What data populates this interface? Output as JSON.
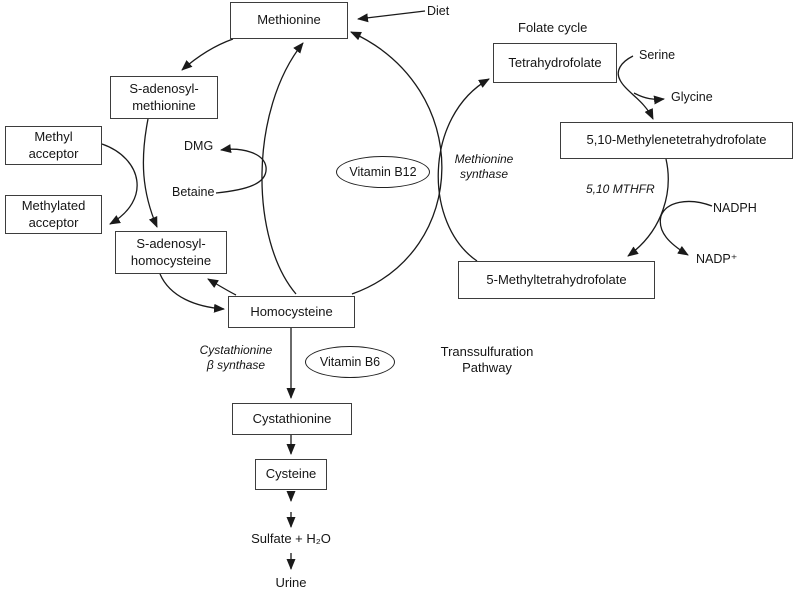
{
  "figure": {
    "background_color": "#ffffff",
    "line_color": "#1a1a1a"
  },
  "nodes": {
    "methionine": {
      "label": "Methionine"
    },
    "s_adenosyl_methionine": {
      "label": "S-adenosyl-\nmethionine"
    },
    "methyl_acceptor": {
      "label": "Methyl\nacceptor"
    },
    "methylated_acceptor": {
      "label": "Methylated\nacceptor"
    },
    "s_adenosyl_homocysteine": {
      "label": "S-adenosyl-\nhomocysteine"
    },
    "homocysteine": {
      "label": "Homocysteine"
    },
    "tetrahydrofolate": {
      "label": "Tetrahydrofolate"
    },
    "methylene_tetrahydrofolate": {
      "label": "5,10-Methylenetetrahydrofolate"
    },
    "methyl_tetrahydrofolate": {
      "label": "5-Methyltetrahydrofolate"
    },
    "cystathionine": {
      "label": "Cystathionine"
    },
    "cysteine": {
      "label": "Cysteine"
    }
  },
  "cofactors": {
    "vitamin_b12": {
      "label": "Vitamin B12"
    },
    "vitamin_b6": {
      "label": "Vitamin B6"
    }
  },
  "enzymes": {
    "methionine_synthase": {
      "label": "Methionine\nsynthase"
    },
    "mthfr": {
      "label": "5,10 MTHFR"
    },
    "cystathionine_beta_synthase": {
      "label": "Cystathionine\nβ synthase"
    }
  },
  "annotations": {
    "diet": "Diet",
    "folate_cycle": "Folate cycle",
    "serine": "Serine",
    "glycine": "Glycine",
    "dmg": "DMG",
    "betaine": "Betaine",
    "nadph": "NADPH",
    "nadp_plus": "NADP⁺",
    "transsulfuration_pathway": "Transsulfuration\nPathway",
    "sulfate_water": "Sulfate + H₂O",
    "urine": "Urine"
  }
}
